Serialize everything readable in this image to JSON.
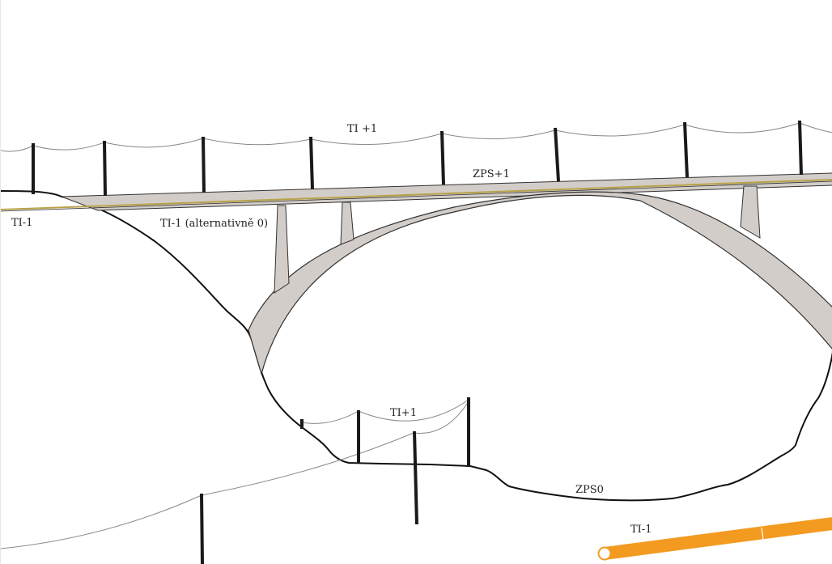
{
  "labels": {
    "ti_plus1_top": "TI +1",
    "zps_plus1": "ZPS+1",
    "ti_minus1_left": "TI-1",
    "ti_minus1_alt": "TI-1 (alternativně 0)",
    "ti_plus1_valley": "TI+1",
    "zps0": "ZPS0",
    "ti_minus1_pipe": "TI-1"
  },
  "colors": {
    "terrain": "#111111",
    "deck_fill": "#d3cdc9",
    "arch_fill": "#d3cdc9",
    "pier_fill": "#d3cdc9",
    "outline": "#333333",
    "deck_rail": "#b8a24a",
    "pole": "#1a1a1a",
    "cable": "#888888",
    "pipe": "#f39a21"
  }
}
